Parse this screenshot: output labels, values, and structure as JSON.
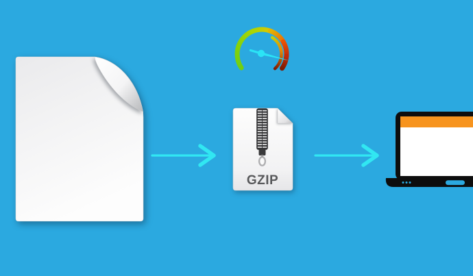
{
  "scene": {
    "background_color": "#2BA9E0"
  },
  "colors": {
    "background": "#2BA9E0",
    "arrow": "#31E7F2",
    "needle": "#2BE4F6",
    "gauge_green": "#6FCF13",
    "gauge_yellow_green": "#ABD505",
    "gauge_yellow": "#DCC703",
    "gauge_orange": "#ED6B03",
    "gauge_red": "#C22A0A",
    "gauge_dark_red": "#7E1B02",
    "document_fill": "#F4F4F5",
    "gzip_label_color": "#58595B",
    "laptop_body": "#0D0D0D",
    "laptop_topbar": "#F7941E",
    "laptop_screen": "#FFFFFF",
    "laptop_accent": "#2BA9E0"
  },
  "gauge": {
    "needle_angle_deg": -14,
    "shape": "open-bottom arc, green to dark red clockwise, inner red accent arc on right"
  },
  "gzip_file": {
    "label": "GZIP"
  },
  "flow": {
    "steps": [
      "document",
      "gzip-compression",
      "laptop-delivery"
    ]
  }
}
